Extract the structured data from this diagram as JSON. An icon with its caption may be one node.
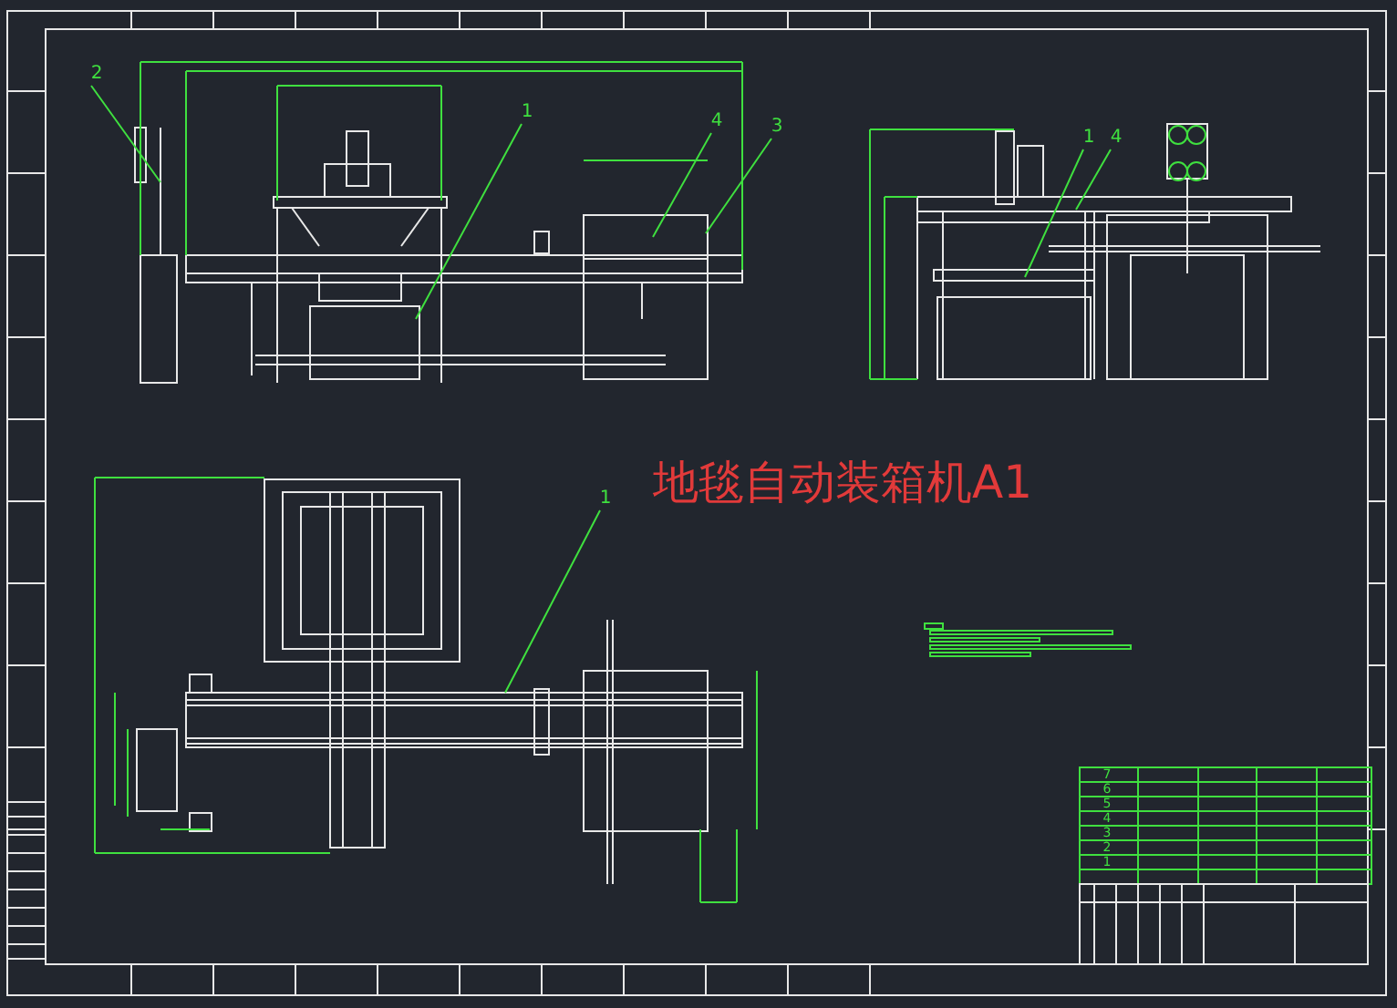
{
  "diagram": {
    "title": "地毯自动装箱机A1",
    "nodes": [
      {
        "text": [
          "2"
        ]
      },
      {
        "text": [
          "1"
        ]
      },
      {
        "text": [
          "4"
        ]
      },
      {
        "text": [
          "3"
        ]
      },
      {
        "text": [
          "1"
        ]
      },
      {
        "text": [
          "4"
        ]
      },
      {
        "text": [
          "1"
        ]
      }
    ],
    "edges": [
      {
        "from": 0,
        "to": null,
        "arrow": "none"
      },
      {
        "from": 1,
        "to": null,
        "arrow": "none"
      },
      {
        "from": 2,
        "to": null,
        "arrow": "none"
      },
      {
        "from": 3,
        "to": null,
        "arrow": "none"
      },
      {
        "from": 4,
        "to": null,
        "arrow": "none"
      },
      {
        "from": 5,
        "to": null,
        "arrow": "none"
      },
      {
        "from": 6,
        "to": null,
        "arrow": "none"
      }
    ],
    "labels": [
      "7",
      "6",
      "5",
      "4",
      "3",
      "2",
      "1"
    ]
  }
}
